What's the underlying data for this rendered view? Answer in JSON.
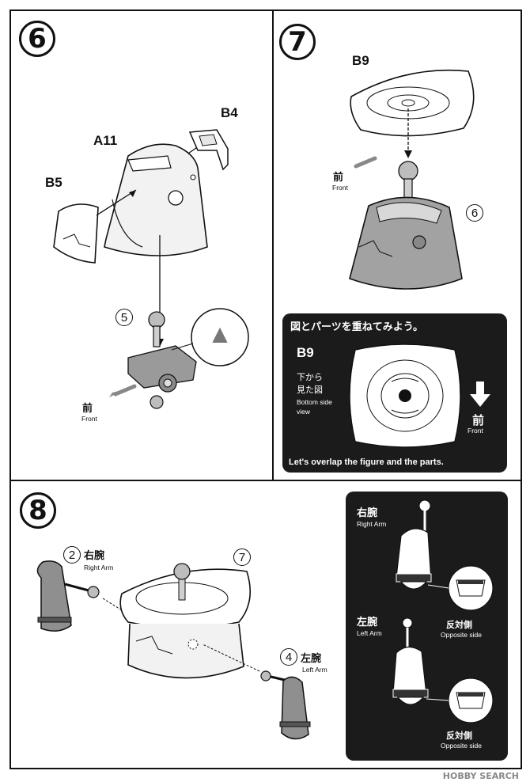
{
  "step6": {
    "number": "6",
    "parts": {
      "a11": "A11",
      "b4": "B4",
      "b5": "B5",
      "ref": "5"
    },
    "direction": {
      "jp": "前",
      "en": "Front"
    }
  },
  "step7": {
    "number": "7",
    "parts": {
      "b9": "B9",
      "ref": "6"
    },
    "direction": {
      "jp": "前",
      "en": "Front"
    },
    "hint": {
      "title": "図とパーツを重ねてみよう。",
      "part": "B9",
      "view_jp_line1": "下から",
      "view_jp_line2": "見た図",
      "view_en_line1": "Bottom side",
      "view_en_line2": "view",
      "dir_jp": "前",
      "dir_en": "Front",
      "footer": "Let's overlap the figure and the parts."
    }
  },
  "step8": {
    "number": "8",
    "right_arm": {
      "ref": "2",
      "jp": "右腕",
      "en": "Right Arm"
    },
    "left_arm": {
      "ref": "4",
      "jp": "左腕",
      "en": "Left Arm"
    },
    "body_ref": "7",
    "detail": {
      "right_jp": "右腕",
      "right_en": "Right Arm",
      "left_jp": "左腕",
      "left_en": "Left Arm",
      "opp_jp_1": "反対側",
      "opp_en_1": "Opposite side",
      "opp_jp_2": "反対側",
      "opp_en_2": "Opposite side"
    }
  },
  "watermark": "HOBBY SEARCH",
  "colors": {
    "ink": "#111111",
    "part_gray": "#8a8a8a",
    "light_gray": "#c8c8c8",
    "panel": "#1b1b1b"
  }
}
